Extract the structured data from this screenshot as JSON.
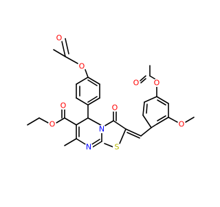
{
  "molecule": {
    "colors": {
      "carbon_bond": "#000000",
      "oxygen": "#ff0000",
      "nitrogen": "#0000ff",
      "sulfur": "#b8b800"
    },
    "atom_labels": [
      {
        "id": "O_acetoxy1_carbonyl",
        "text": "O",
        "element": "oxygen"
      },
      {
        "id": "O_acetoxy1_ester",
        "text": "O",
        "element": "oxygen"
      },
      {
        "id": "O_acetoxy2_carbonyl",
        "text": "O",
        "element": "oxygen"
      },
      {
        "id": "O_acetoxy2_ester",
        "text": "O",
        "element": "oxygen"
      },
      {
        "id": "O_methoxy",
        "text": "O",
        "element": "oxygen"
      },
      {
        "id": "O_ester_carbonyl",
        "text": "O",
        "element": "oxygen"
      },
      {
        "id": "O_ester_ether",
        "text": "O",
        "element": "oxygen"
      },
      {
        "id": "O_ketone",
        "text": "O",
        "element": "oxygen"
      },
      {
        "id": "N_ring_fused",
        "text": "N",
        "element": "nitrogen"
      },
      {
        "id": "N_ring",
        "text": "N",
        "element": "nitrogen"
      },
      {
        "id": "S_thiazole",
        "text": "S",
        "element": "sulfur"
      }
    ]
  }
}
